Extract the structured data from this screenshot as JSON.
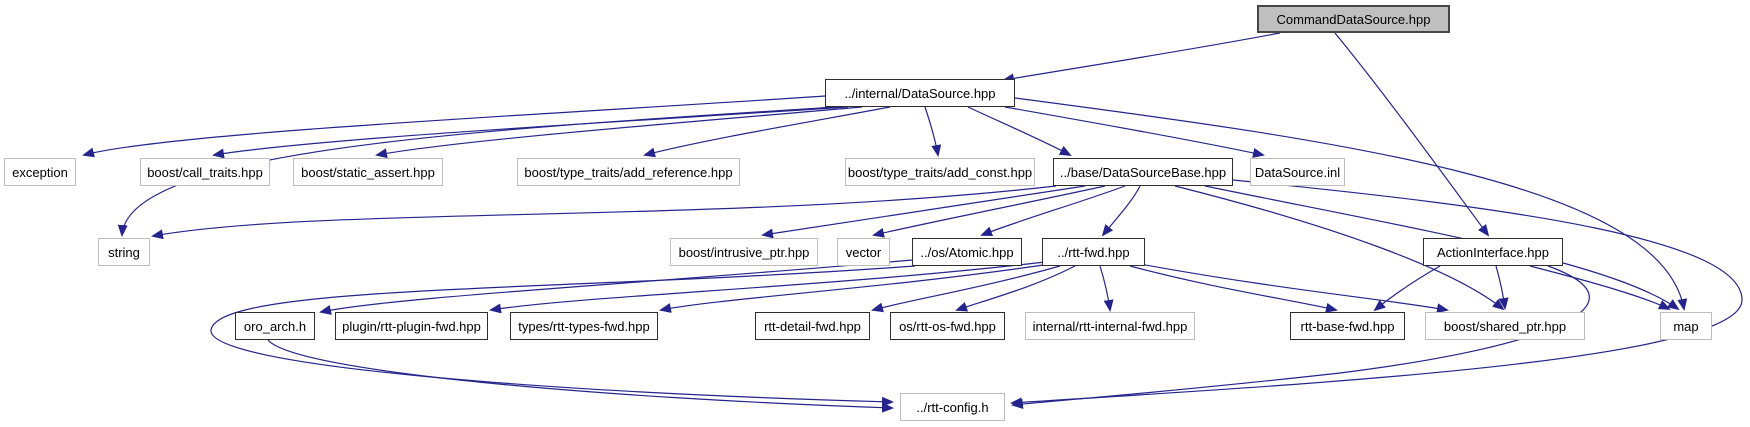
{
  "diagram": {
    "kind": "include-dependency-graph",
    "root_file": "CommandDataSource.hpp",
    "colors": {
      "edge": "#24248c",
      "node_fill": "#ffffff",
      "root_fill": "#bfbfbf",
      "linked_border": "#2e2e2e",
      "external_border": "#bdbdbd",
      "text": "#000000",
      "background": "#ffffff"
    },
    "nodes": [
      {
        "id": "command",
        "label": "CommandDataSource.hpp",
        "kind": "root"
      },
      {
        "id": "datasource",
        "label": "../internal/DataSource.hpp",
        "kind": "linked"
      },
      {
        "id": "exception",
        "label": "exception",
        "kind": "external"
      },
      {
        "id": "call_traits",
        "label": "boost/call_traits.hpp",
        "kind": "external"
      },
      {
        "id": "static_assert",
        "label": "boost/static_assert.hpp",
        "kind": "external"
      },
      {
        "id": "add_reference",
        "label": "boost/type_traits/add_reference.hpp",
        "kind": "external"
      },
      {
        "id": "add_const",
        "label": "boost/type_traits/add_const.hpp",
        "kind": "external"
      },
      {
        "id": "datasourcebase",
        "label": "../base/DataSourceBase.hpp",
        "kind": "linked"
      },
      {
        "id": "datasource_inl",
        "label": "DataSource.inl",
        "kind": "external"
      },
      {
        "id": "string",
        "label": "string",
        "kind": "external"
      },
      {
        "id": "intrusive_ptr",
        "label": "boost/intrusive_ptr.hpp",
        "kind": "external"
      },
      {
        "id": "vector",
        "label": "vector",
        "kind": "external"
      },
      {
        "id": "atomic",
        "label": "../os/Atomic.hpp",
        "kind": "linked"
      },
      {
        "id": "rtt_fwd",
        "label": "../rtt-fwd.hpp",
        "kind": "linked"
      },
      {
        "id": "actioninterface",
        "label": "ActionInterface.hpp",
        "kind": "linked"
      },
      {
        "id": "oro_arch",
        "label": "oro_arch.h",
        "kind": "linked"
      },
      {
        "id": "plugin_fwd",
        "label": "plugin/rtt-plugin-fwd.hpp",
        "kind": "linked"
      },
      {
        "id": "types_fwd",
        "label": "types/rtt-types-fwd.hpp",
        "kind": "linked"
      },
      {
        "id": "detail_fwd",
        "label": "rtt-detail-fwd.hpp",
        "kind": "linked"
      },
      {
        "id": "os_fwd",
        "label": "os/rtt-os-fwd.hpp",
        "kind": "linked"
      },
      {
        "id": "internal_fwd",
        "label": "internal/rtt-internal-fwd.hpp",
        "kind": "external"
      },
      {
        "id": "base_fwd",
        "label": "rtt-base-fwd.hpp",
        "kind": "linked"
      },
      {
        "id": "shared_ptr",
        "label": "boost/shared_ptr.hpp",
        "kind": "external"
      },
      {
        "id": "map",
        "label": "map",
        "kind": "external"
      },
      {
        "id": "rtt_config",
        "label": "../rtt-config.h",
        "kind": "external"
      }
    ],
    "edges": [
      {
        "from": "command",
        "to": "datasource"
      },
      {
        "from": "command",
        "to": "actioninterface"
      },
      {
        "from": "datasource",
        "to": "exception"
      },
      {
        "from": "datasource",
        "to": "string"
      },
      {
        "from": "datasource",
        "to": "call_traits"
      },
      {
        "from": "datasource",
        "to": "static_assert"
      },
      {
        "from": "datasource",
        "to": "add_reference"
      },
      {
        "from": "datasource",
        "to": "add_const"
      },
      {
        "from": "datasource",
        "to": "datasourcebase"
      },
      {
        "from": "datasource",
        "to": "datasource_inl"
      },
      {
        "from": "datasource",
        "to": "map"
      },
      {
        "from": "datasourcebase",
        "to": "string"
      },
      {
        "from": "datasourcebase",
        "to": "intrusive_ptr"
      },
      {
        "from": "datasourcebase",
        "to": "vector"
      },
      {
        "from": "datasourcebase",
        "to": "atomic"
      },
      {
        "from": "datasourcebase",
        "to": "rtt_fwd"
      },
      {
        "from": "datasourcebase",
        "to": "shared_ptr"
      },
      {
        "from": "datasourcebase",
        "to": "map"
      },
      {
        "from": "datasourcebase",
        "to": "rtt_config"
      },
      {
        "from": "atomic",
        "to": "oro_arch"
      },
      {
        "from": "atomic",
        "to": "rtt_config"
      },
      {
        "from": "oro_arch",
        "to": "rtt_config"
      },
      {
        "from": "rtt_fwd",
        "to": "plugin_fwd"
      },
      {
        "from": "rtt_fwd",
        "to": "types_fwd"
      },
      {
        "from": "rtt_fwd",
        "to": "detail_fwd"
      },
      {
        "from": "rtt_fwd",
        "to": "os_fwd"
      },
      {
        "from": "rtt_fwd",
        "to": "internal_fwd"
      },
      {
        "from": "rtt_fwd",
        "to": "base_fwd"
      },
      {
        "from": "rtt_fwd",
        "to": "shared_ptr"
      },
      {
        "from": "actioninterface",
        "to": "base_fwd"
      },
      {
        "from": "actioninterface",
        "to": "shared_ptr"
      },
      {
        "from": "actioninterface",
        "to": "map"
      },
      {
        "from": "actioninterface",
        "to": "rtt_config"
      }
    ]
  }
}
